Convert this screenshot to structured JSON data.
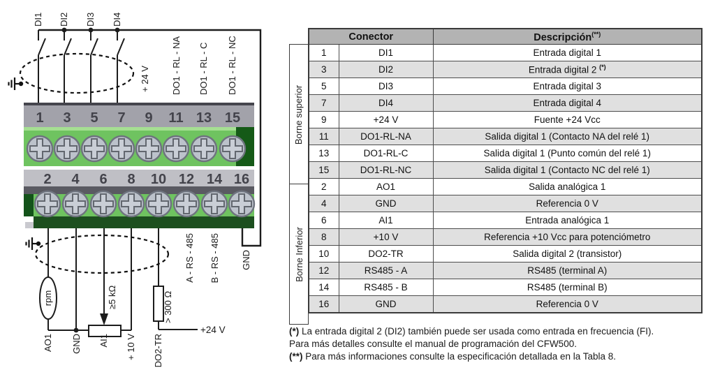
{
  "diagram": {
    "top": {
      "di": [
        "DI1",
        "DI2",
        "DI3",
        "DI4"
      ],
      "v24": "+ 24 V",
      "do1": [
        "DO1 - RL - NA",
        "DO1 - RL - C",
        "DO1 - RL - NC"
      ]
    },
    "terminals": {
      "top": [
        "1",
        "3",
        "5",
        "7",
        "9",
        "11",
        "13",
        "15"
      ],
      "bottom": [
        "2",
        "4",
        "6",
        "8",
        "10",
        "12",
        "14",
        "16"
      ]
    },
    "bottom": {
      "rpm": "rpm",
      "ao1": "AO1",
      "gnd": "GND",
      "ai1": "AI1",
      "v10": "+ 10 V",
      "do2": "DO2-TR",
      "pot": "≥5 kΩ",
      "res": "> 300 Ω",
      "rs485a": "A - RS - 485",
      "rs485b": "B - RS - 485",
      "gnd16": "GND",
      "v24": "+24 V"
    }
  },
  "table": {
    "headers": {
      "conector": "Conector",
      "descripcion": "Descripción",
      "desc_sup": "(**)"
    },
    "groups": {
      "superior": "Borne superior",
      "inferior": "Borne Inferior"
    },
    "rows": [
      {
        "num": "1",
        "name": "DI1",
        "desc": "Entrada digital 1"
      },
      {
        "num": "3",
        "name": "DI2",
        "desc": "Entrada digital 2 ",
        "sup": "(*)"
      },
      {
        "num": "5",
        "name": "DI3",
        "desc": "Entrada digital 3"
      },
      {
        "num": "7",
        "name": "DI4",
        "desc": "Entrada digital 4"
      },
      {
        "num": "9",
        "name": "+24 V",
        "desc": "Fuente +24 Vcc"
      },
      {
        "num": "11",
        "name": "DO1-RL-NA",
        "desc": "Salida digital 1 (Contacto NA del relé 1)"
      },
      {
        "num": "13",
        "name": "DO1-RL-C",
        "desc": "Salida digital 1 (Punto común del relé 1)"
      },
      {
        "num": "15",
        "name": "DO1-RL-NC",
        "desc": "Salida digital 1 (Contacto NC del relé 1)"
      },
      {
        "num": "2",
        "name": "AO1",
        "desc": "Salida analógica 1"
      },
      {
        "num": "4",
        "name": "GND",
        "desc": "Referencia 0 V"
      },
      {
        "num": "6",
        "name": "AI1",
        "desc": "Entrada analógica 1"
      },
      {
        "num": "8",
        "name": "+10 V",
        "desc": "Referencia +10 Vcc para potenciómetro"
      },
      {
        "num": "10",
        "name": "DO2-TR",
        "desc": "Salida digital 2 (transistor)"
      },
      {
        "num": "12",
        "name": "RS485 - A",
        "desc": "RS485 (terminal A)"
      },
      {
        "num": "14",
        "name": "RS485 - B",
        "desc": "RS485 (terminal B)"
      },
      {
        "num": "16",
        "name": "GND",
        "desc": "Referencia 0 V"
      }
    ]
  },
  "footnotes": [
    {
      "marker": "(*)",
      "text": "La entrada digital 2 (DI2) también puede ser usada como entrada en frecuencia (FI). Para más detalles consulte el manual de programación del CFW500."
    },
    {
      "marker": "(**)",
      "text": "Para más informaciones consulte la especificación detallada en la Tabla 8."
    }
  ]
}
